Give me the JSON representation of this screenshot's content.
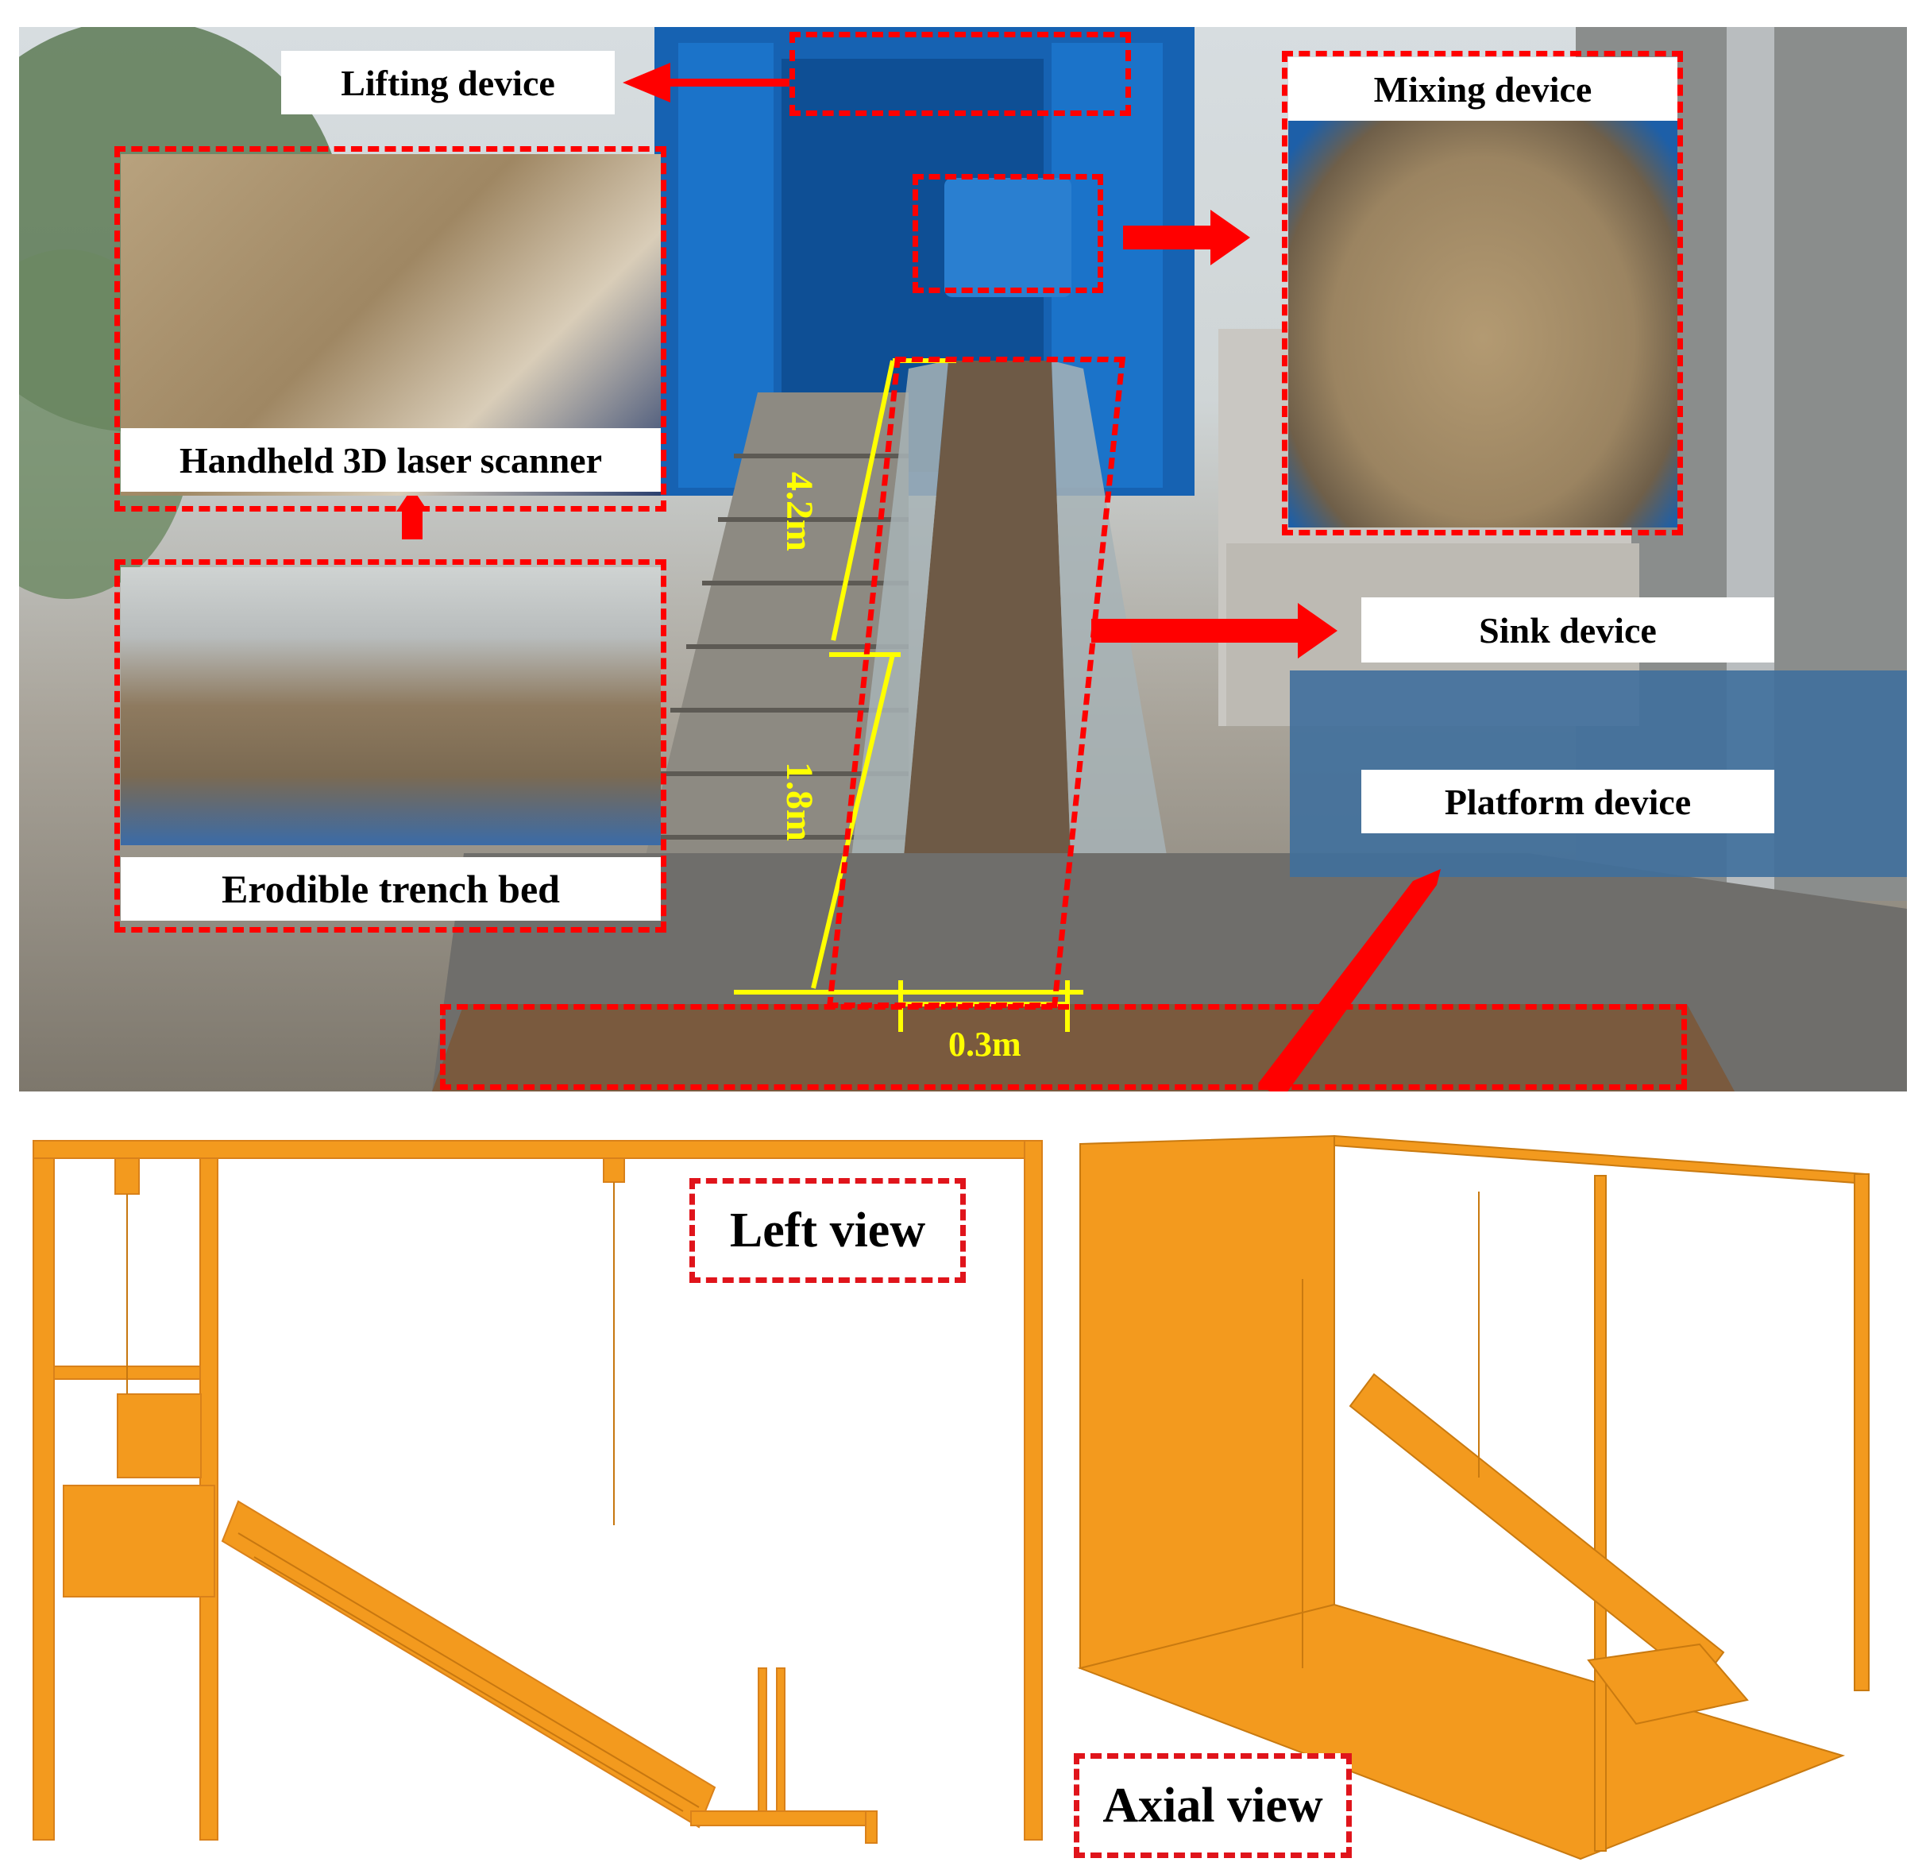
{
  "photo": {
    "labels": {
      "lifting": "Lifting device",
      "mixing": "Mixing device",
      "scanner": "Handheld 3D laser scanner",
      "trench": "Erodible trench bed",
      "sink": "Sink device",
      "platform": "Platform device"
    },
    "dimensions": {
      "upper": "4.2m",
      "lower": "1.8m",
      "width": "0.3m"
    }
  },
  "drawings": {
    "left_view": "Left view",
    "axial_view": "Axial view"
  },
  "colors": {
    "frame_blue": "#1560b0",
    "callout_red": "#ff0000",
    "dimension_yellow": "#ffff00",
    "model_orange": "#f39a1e"
  }
}
